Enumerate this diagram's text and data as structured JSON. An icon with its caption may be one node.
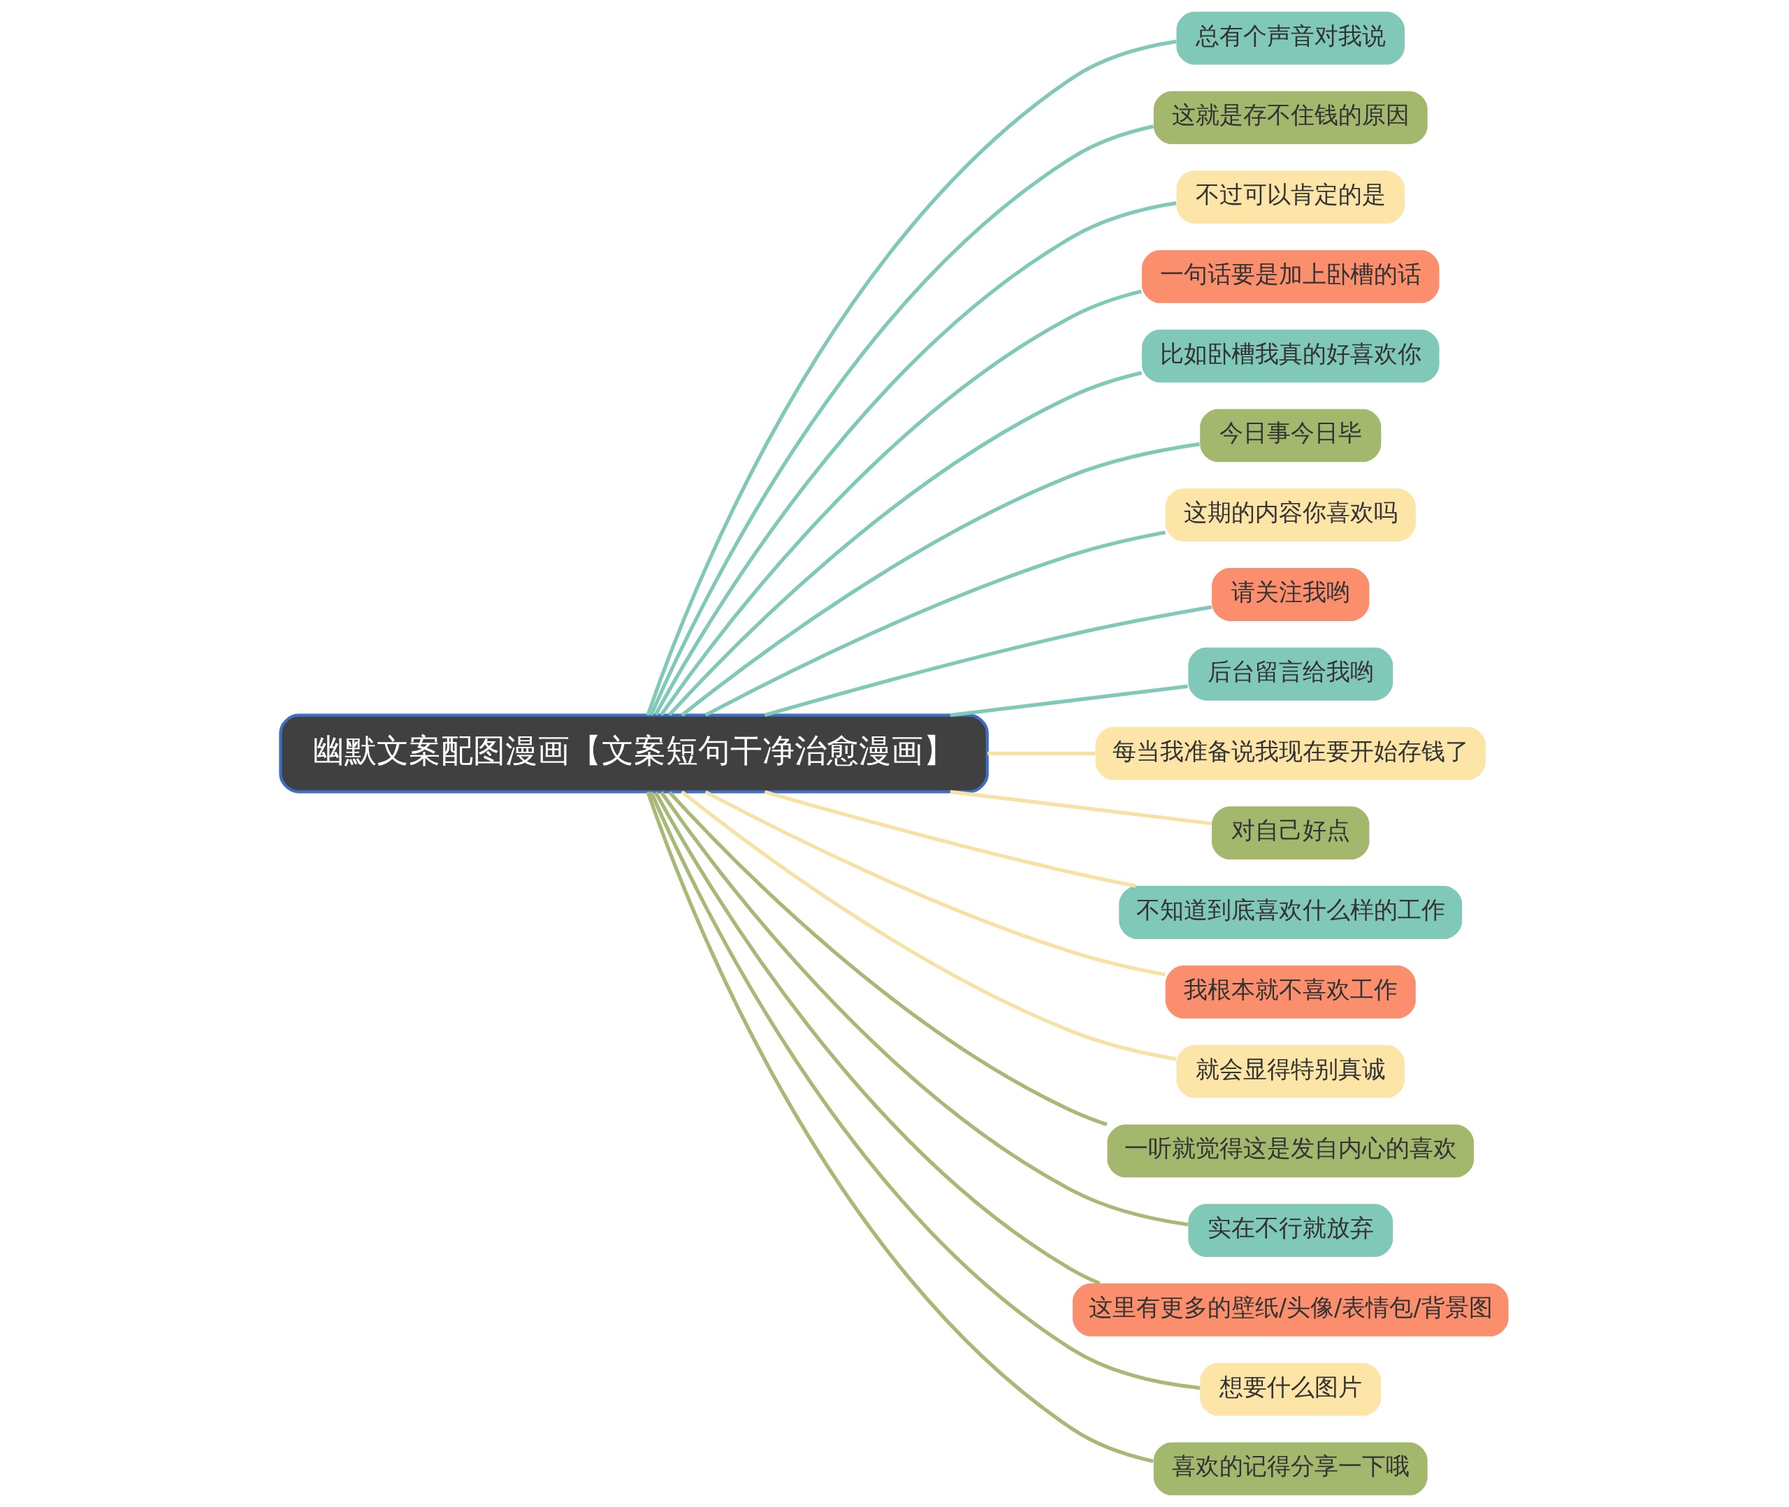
{
  "diagram": {
    "nodes": [
      {
        "text": [
          "幽默文案配图漫画【文案短句干净治愈漫画】"
        ]
      },
      {
        "text": [
          "总有个声音对我说"
        ]
      },
      {
        "text": [
          "这就是存不住钱的原因"
        ]
      },
      {
        "text": [
          "不过可以肯定的是"
        ]
      },
      {
        "text": [
          "一句话要是加上卧槽的话"
        ]
      },
      {
        "text": [
          "比如卧槽我真的好喜欢你"
        ]
      },
      {
        "text": [
          "今日事今日毕"
        ]
      },
      {
        "text": [
          "这期的内容你喜欢吗"
        ]
      },
      {
        "text": [
          "请关注我哟"
        ]
      },
      {
        "text": [
          "后台留言给我哟"
        ]
      },
      {
        "text": [
          "每当我准备说我现在要开始存钱了"
        ]
      },
      {
        "text": [
          "对自己好点"
        ]
      },
      {
        "text": [
          "不知道到底喜欢什么样的工作"
        ]
      },
      {
        "text": [
          "我根本就不喜欢工作"
        ]
      },
      {
        "text": [
          "就会显得特别真诚"
        ]
      },
      {
        "text": [
          "一听就觉得这是发自内心的喜欢"
        ]
      },
      {
        "text": [
          "实在不行就放弃"
        ]
      },
      {
        "text": [
          "这里有更多的壁纸/头像/表情包/背景图"
        ]
      },
      {
        "text": [
          "想要什么图片"
        ]
      },
      {
        "text": [
          "喜欢的记得分享一下哦"
        ]
      }
    ],
    "edges": [
      {
        "from": 0,
        "to": 1,
        "arrow": "none"
      },
      {
        "from": 0,
        "to": 2,
        "arrow": "none"
      },
      {
        "from": 0,
        "to": 3,
        "arrow": "none"
      },
      {
        "from": 0,
        "to": 4,
        "arrow": "none"
      },
      {
        "from": 0,
        "to": 5,
        "arrow": "none"
      },
      {
        "from": 0,
        "to": 6,
        "arrow": "none"
      },
      {
        "from": 0,
        "to": 7,
        "arrow": "none"
      },
      {
        "from": 0,
        "to": 8,
        "arrow": "none"
      },
      {
        "from": 0,
        "to": 9,
        "arrow": "none"
      },
      {
        "from": 0,
        "to": 10,
        "arrow": "none",
        "color": "#f7e2a6"
      },
      {
        "from": 0,
        "to": 11,
        "arrow": "none",
        "color": "#f7e2a6"
      },
      {
        "from": 0,
        "to": 12,
        "arrow": "none",
        "color": "#f7e2a6"
      },
      {
        "from": 0,
        "to": 13,
        "arrow": "none",
        "color": "#f7e2a6"
      },
      {
        "from": 0,
        "to": 14,
        "arrow": "none",
        "color": "#f7e2a6"
      },
      {
        "from": 0,
        "to": 15,
        "arrow": "none",
        "color": "#a7b975"
      },
      {
        "from": 0,
        "to": 16,
        "arrow": "none",
        "color": "#a7b975"
      },
      {
        "from": 0,
        "to": 17,
        "arrow": "none",
        "color": "#a7b975"
      },
      {
        "from": 0,
        "to": 18,
        "arrow": "none",
        "color": "#a7b975"
      },
      {
        "from": 0,
        "to": 19,
        "arrow": "none",
        "color": "#a7b975"
      }
    ]
  }
}
